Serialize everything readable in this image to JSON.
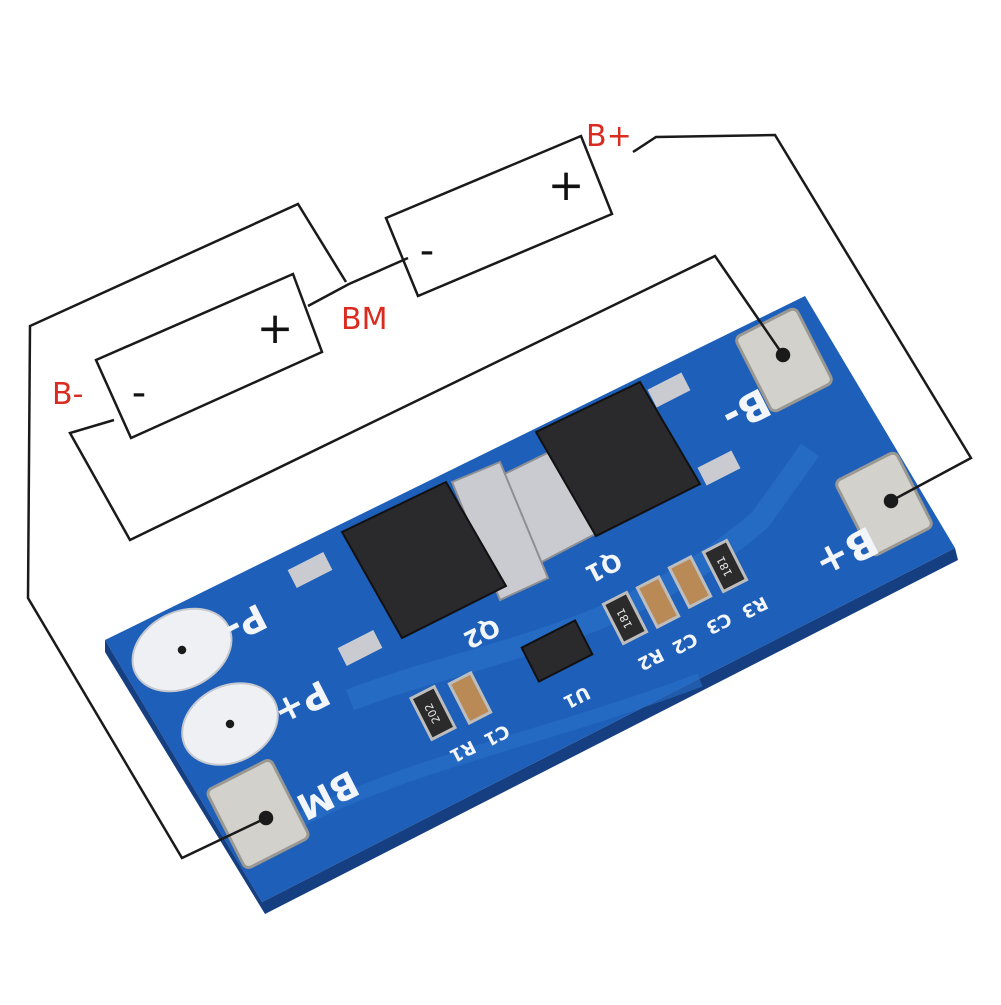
{
  "colors": {
    "label_red": "#d92b20",
    "wire": "#1a1a1a",
    "pcb_blue": "#1d5fb9",
    "pcb_edge": "#163f82",
    "pad_metal": "#d3d1cb",
    "mosfet_body": "#2a2a2d",
    "silkscreen": "#f2f5fa"
  },
  "diagram": {
    "labels": {
      "b_plus": "B+",
      "b_minus": "B-",
      "bm": "BM"
    },
    "cells": [
      {
        "positive": "+",
        "negative": "-"
      },
      {
        "positive": "+",
        "negative": "-"
      }
    ]
  },
  "board": {
    "silkscreen": {
      "b_minus": "B-",
      "b_plus": "B+",
      "p_minus": "P-",
      "p_plus": "P+",
      "bm": "BM",
      "q1": "Q1",
      "q2": "Q2",
      "u1": "U1",
      "r1": "R1",
      "c1": "C1",
      "r2": "R2",
      "c2": "C2",
      "c3": "C3",
      "r3": "R3"
    },
    "component_markings": {
      "r_a": "202",
      "r_b": "181",
      "r_c": "181"
    }
  }
}
